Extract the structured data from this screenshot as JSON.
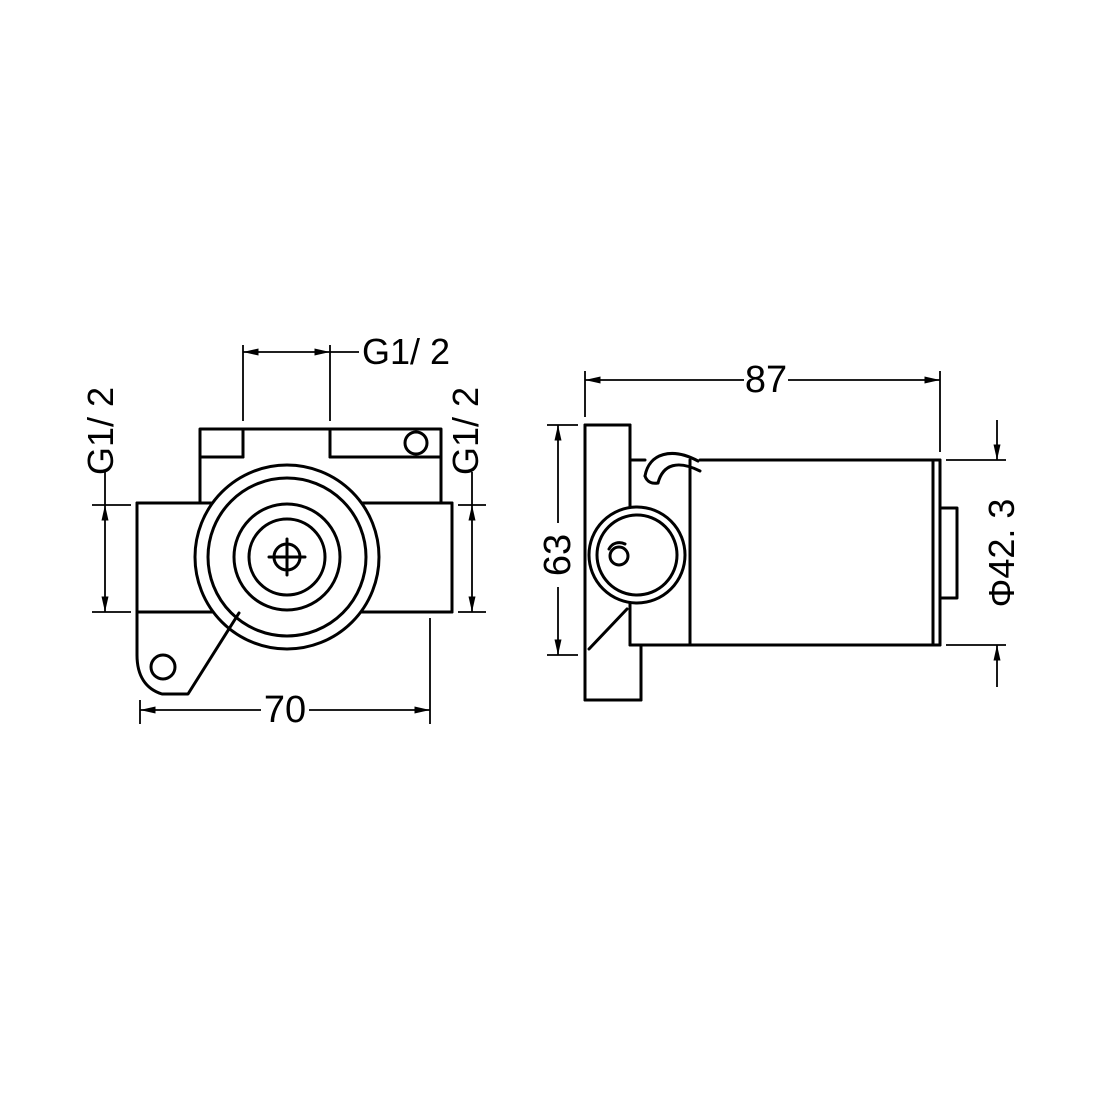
{
  "page": {
    "background": "#ffffff",
    "ink": "#000000"
  },
  "front_view": {
    "dim_top_port_label": "G1/ 2",
    "dim_left_port_label": "G1/ 2",
    "dim_right_port_label": "G1/ 2",
    "dim_width_label": "70"
  },
  "side_view": {
    "dim_length_label": "87",
    "dim_height_label": "63",
    "dim_diameter_label": "Φ42. 3"
  }
}
